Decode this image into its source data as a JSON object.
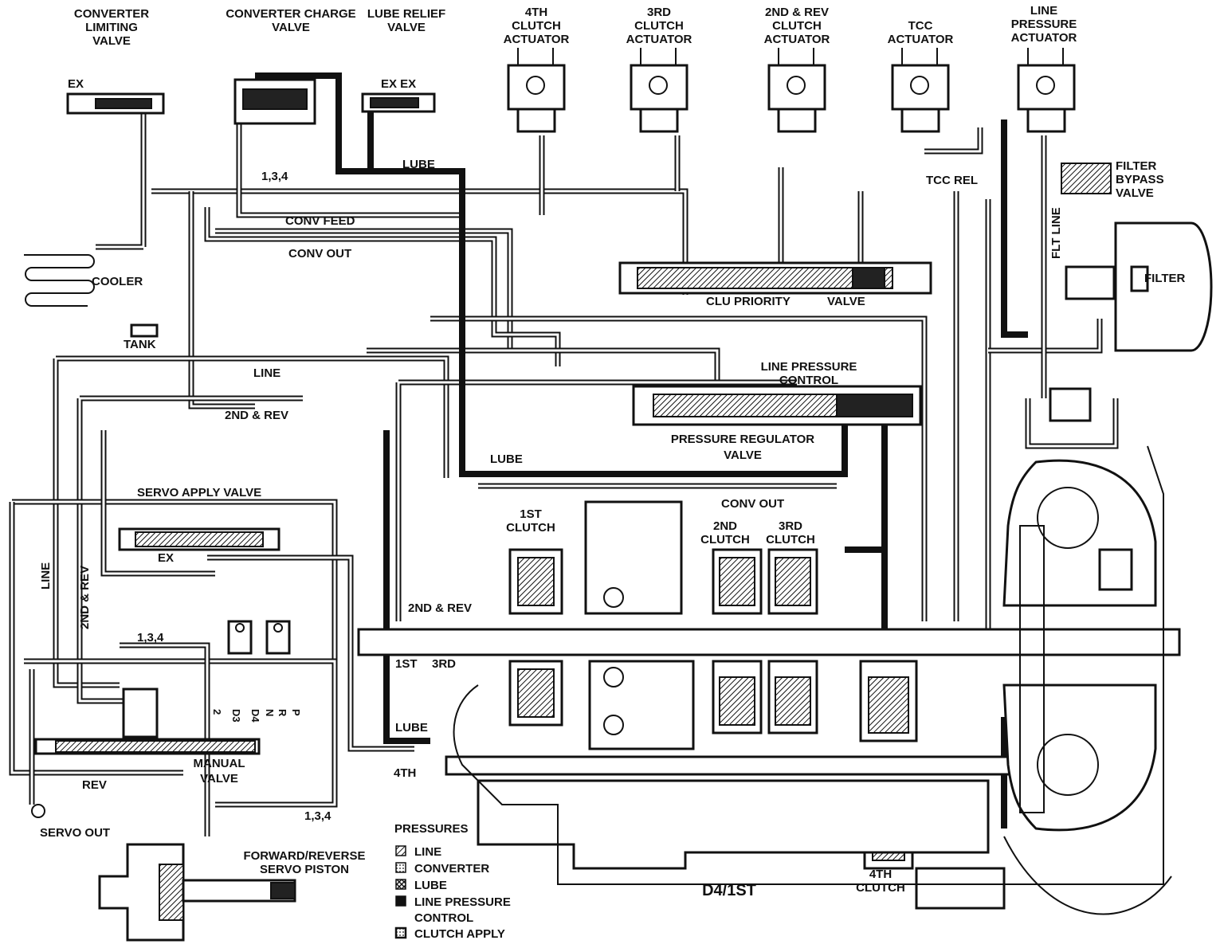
{
  "title": "D4/1ST",
  "valves": {
    "converter_limiting": "CONVERTER LIMITING VALVE",
    "converter_charge": "CONVERTER CHARGE VALVE",
    "lube_relief": "LUBE RELIEF VALVE",
    "clu_priority": "CLU PRIORITY",
    "clu_priority_valve": "VALVE",
    "line_pressure_control": "LINE PRESSURE CONTROL",
    "pressure_regulator": "PRESSURE REGULATOR",
    "pressure_regulator_valve": "VALVE",
    "servo_apply": "SERVO APPLY VALVE",
    "manual": "MANUAL",
    "manual_valve": "VALVE",
    "filter_bypass": "FILTER BYPASS VALVE"
  },
  "actuators": [
    {
      "line1": "4TH",
      "line2": "CLUTCH",
      "line3": "ACTUATOR"
    },
    {
      "line1": "3RD",
      "line2": "CLUTCH",
      "line3": "ACTUATOR"
    },
    {
      "line1": "2ND & REV",
      "line2": "CLUTCH",
      "line3": "ACTUATOR"
    },
    {
      "line1": "",
      "line2": "TCC",
      "line3": "ACTUATOR"
    },
    {
      "line1": "LINE",
      "line2": "PRESSURE",
      "line3": "ACTUATOR"
    }
  ],
  "components": {
    "cooler": "COOLER",
    "tank": "TANK",
    "filter": "FILTER",
    "flt_line": "FLT LINE",
    "servo_piston_1": "FORWARD/REVERSE",
    "servo_piston_2": "SERVO PISTON",
    "clutch_1st_a": "1ST",
    "clutch_1st_b": "CLUTCH",
    "clutch_2nd_a": "2ND",
    "clutch_2nd_b": "CLUTCH",
    "clutch_3rd_a": "3RD",
    "clutch_3rd_b": "CLUTCH",
    "clutch_4th_a": "4TH",
    "clutch_4th_b": "CLUTCH"
  },
  "passages": {
    "ex": "EX",
    "ex_ex": "EX EX",
    "lube": "LUBE",
    "lube2": "LUBE",
    "lube3": "LUBE",
    "p134": "1,3,4",
    "p134_b": "1,3,4",
    "p134_c": "1,3,4",
    "conv_feed": "CONV FEED",
    "conv_out": "CONV OUT",
    "conv_out2": "CONV OUT",
    "tcc_rel": "TCC REL",
    "line": "LINE",
    "line_v": "LINE",
    "second_rev": "2ND & REV",
    "second_rev_v": "2ND & REV",
    "second_rev_b": "2ND & REV",
    "first": "1ST",
    "third": "3RD",
    "fourth": "4TH",
    "rev": "REV",
    "servo_out": "SERVO OUT",
    "ex_servo": "EX"
  },
  "manual_positions": [
    "2",
    "D3",
    "D4",
    "N",
    "R",
    "P"
  ],
  "legend": {
    "heading": "PRESSURES",
    "items": [
      {
        "label": "LINE",
        "pattern": "line"
      },
      {
        "label": "CONVERTER",
        "pattern": "converter"
      },
      {
        "label": "LUBE",
        "pattern": "lube"
      },
      {
        "label": "LINE PRESSURE",
        "pattern": "lpc"
      },
      {
        "label": "CONTROL",
        "pattern": ""
      },
      {
        "label": "CLUTCH APPLY",
        "pattern": "apply"
      }
    ]
  },
  "colors": {
    "ink": "#111111",
    "paper": "#ffffff"
  }
}
